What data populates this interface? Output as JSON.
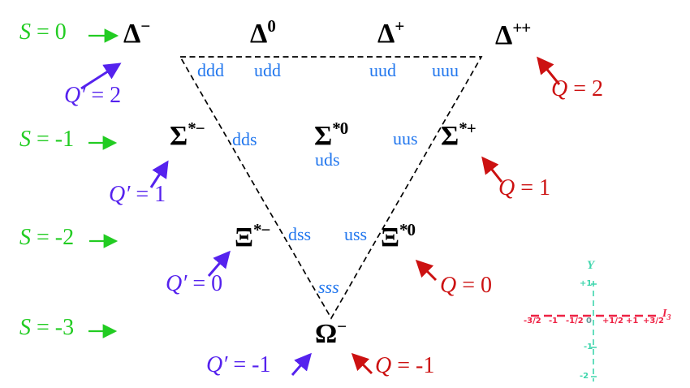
{
  "colors": {
    "green": "#22cc22",
    "violet": "#5522ee",
    "red": "#cc1111",
    "quark_blue": "#2277ee",
    "axis_red": "#ee2244",
    "axis_teal": "#3fd6ad",
    "origin_grey": "#669999",
    "outline": "#000000"
  },
  "strangeness": [
    {
      "var": "S",
      "rest": "= 0"
    },
    {
      "var": "S",
      "rest": "= -1"
    },
    {
      "var": "S",
      "rest": "= -2"
    },
    {
      "var": "S",
      "rest": "= -3"
    }
  ],
  "charge_primed": [
    {
      "var": "Q′",
      "rest": "= 2"
    },
    {
      "var": "Q′",
      "rest": "= 1"
    },
    {
      "var": "Q′",
      "rest": "= 0"
    },
    {
      "var": "Q′",
      "rest": "= -1"
    }
  ],
  "charge": [
    {
      "var": "Q",
      "rest": "= 2"
    },
    {
      "var": "Q",
      "rest": "= 1"
    },
    {
      "var": "Q",
      "rest": "= 0"
    },
    {
      "var": "Q",
      "rest": "= -1"
    }
  ],
  "particles": [
    {
      "id": "delta-minus",
      "base": "Δ",
      "sup": "−"
    },
    {
      "id": "delta-zero",
      "base": "Δ",
      "sup": "0"
    },
    {
      "id": "delta-plus",
      "base": "Δ",
      "sup": "+"
    },
    {
      "id": "delta-plus-plus",
      "base": "Δ",
      "sup": "++"
    },
    {
      "id": "sigma-star-minus",
      "base": "Σ",
      "sup": "*−"
    },
    {
      "id": "sigma-star-zero",
      "base": "Σ",
      "sup": "*0"
    },
    {
      "id": "sigma-star-plus",
      "base": "Σ",
      "sup": "*+"
    },
    {
      "id": "xi-star-minus",
      "base": "Ξ",
      "sup": "*−"
    },
    {
      "id": "xi-star-zero",
      "base": "Ξ",
      "sup": "*0"
    },
    {
      "id": "omega-minus",
      "base": "Ω",
      "sup": "−"
    }
  ],
  "quarks": [
    "ddd",
    "udd",
    "uud",
    "uuu",
    "dds",
    "uds",
    "uus",
    "dss",
    "uss",
    "sss"
  ],
  "axis": {
    "y_label": "Y",
    "x_label_base": "I",
    "x_label_sub": "3",
    "x_ticks": [
      "-3/2",
      "-1",
      "-1/2",
      "+1/2",
      "+1",
      "+3/2"
    ],
    "origin": "0",
    "y_ticks": [
      "+1",
      "-1",
      "-2"
    ]
  }
}
